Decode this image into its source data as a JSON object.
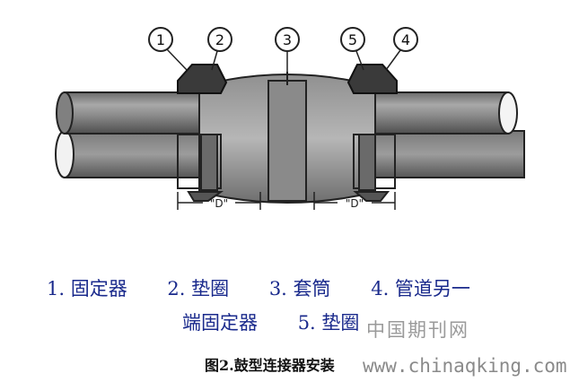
{
  "callouts": [
    "1",
    "2",
    "3",
    "5",
    "4"
  ],
  "dimension_labels": [
    "\"D\"",
    "\"D\""
  ],
  "legend": {
    "line1": [
      "1. 固定器",
      "2. 垫圈",
      "3. 套筒",
      "4. 管道另一"
    ],
    "line2": [
      "端固定器",
      "5. 垫圈"
    ]
  },
  "caption": "图2.鼓型连接器安装",
  "watermark": {
    "cn": "中国期刊网",
    "url": "www.chinaqking.com"
  }
}
